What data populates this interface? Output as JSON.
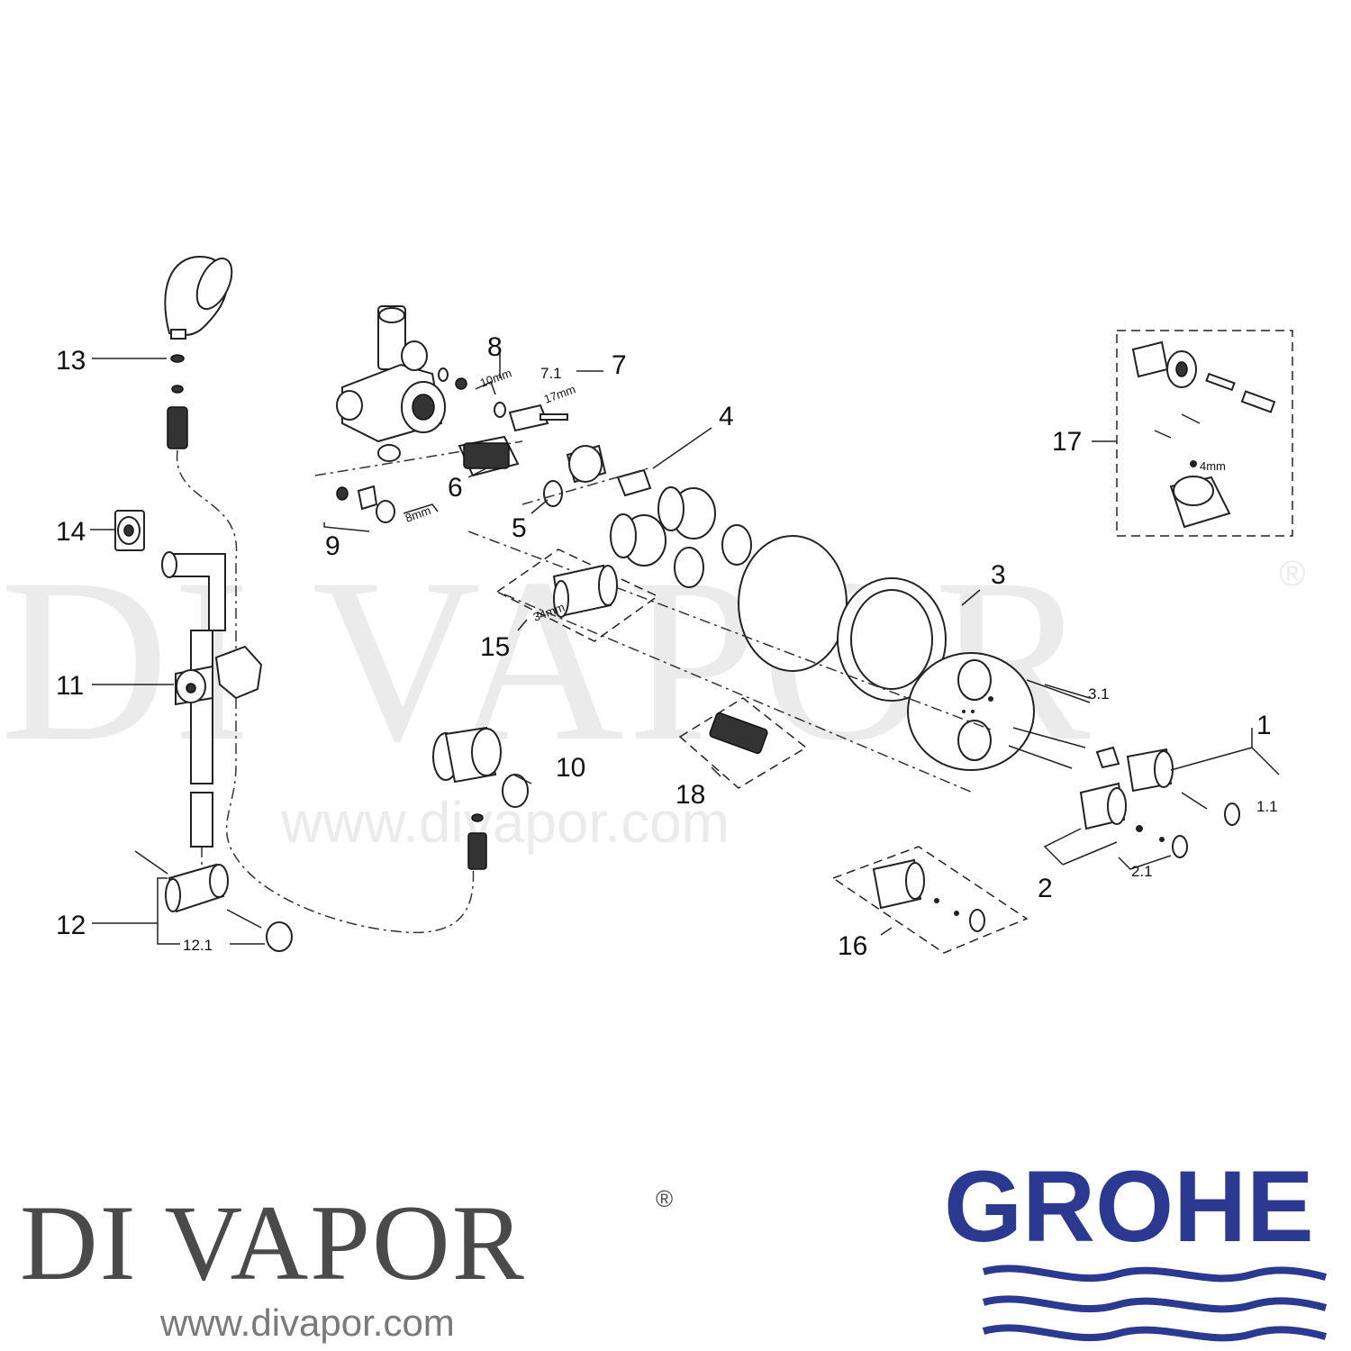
{
  "watermark": {
    "big_text": "DI VAPOR",
    "registered": "®",
    "url": "www.divapor.com"
  },
  "callouts": {
    "c1": "1",
    "c1_1": "1.1",
    "c2": "2",
    "c2_1": "2.1",
    "c3": "3",
    "c3_1": "3.1",
    "c4": "4",
    "c5": "5",
    "c6": "6",
    "c7": "7",
    "c7_1": "7.1",
    "c8": "8",
    "c9": "9",
    "c10": "10",
    "c11": "11",
    "c12": "12",
    "c12_1": "12.1",
    "c13": "13",
    "c14": "14",
    "c15": "15",
    "c16": "16",
    "c17": "17",
    "c18": "18"
  },
  "dimensions": {
    "d10mm": "10mm",
    "d17mm": "17mm",
    "d8mm": "8mm",
    "d34mm": "34mm",
    "d4mm": "4mm"
  },
  "footer": {
    "brand_name": "DI VAPOR",
    "brand_registered": "®",
    "brand_url": "www.divapor.com",
    "grohe": "GROHE",
    "grohe_color": "#2b3990"
  }
}
